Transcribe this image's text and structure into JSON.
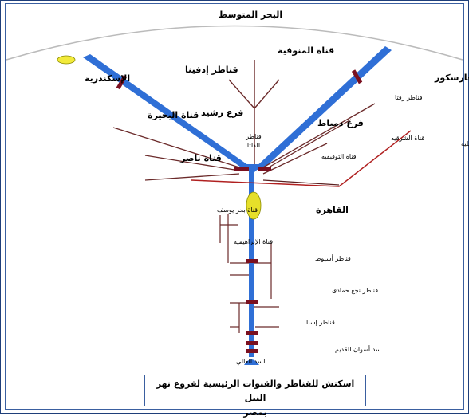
{
  "labels": {
    "sea": "البحر المتوسط",
    "alexandria": "الإسكندرية",
    "idfina_barrage": "قناطر إدفينا",
    "menoufia_canal": "قناة المنوفية",
    "faraskour": "ضفة فارسكور",
    "zifta_barrage": "قناطر زفتا",
    "beheira_canal": "قناة البحيرة",
    "rashid_branch": "فرع رشيد",
    "damietta_branch": "فرع دمياط",
    "sharqia_canal": "قناة الشرقيه",
    "ismailia_canal": "قناة الإسماعيليه",
    "delta_barrage_1": "قناطر",
    "delta_barrage_2": "الدلتا",
    "tawfiqia_canal": "قناة التوفيقيه",
    "nasser_canal": "قناة ناصر",
    "cairo": "القاهرة",
    "bahr_youssef": "قناة بحر يوسف",
    "ibrahimia": "قناة الإبراهيمية",
    "assiut_barrage": "قناطر أسيوط",
    "nag_hammadi": "قناطر نجع حمادى",
    "esna_barrage": "قناطر إسنا",
    "old_aswan": "سد أسوان القديم",
    "high_dam": "السد العالي"
  },
  "caption": {
    "line1": "اسكتش للقناطر والقنوات الرئيسية لفروع نهر النيل",
    "line2": "بمصر"
  },
  "colors": {
    "river": "#2f6fd6",
    "barrage": "#7a1020",
    "canal": "#5a2020",
    "ismailia": "#b02020",
    "cairo_fill": "#e6df2a",
    "alexandria_fill": "#f2ea3a",
    "frame": "#3a5fa0"
  }
}
